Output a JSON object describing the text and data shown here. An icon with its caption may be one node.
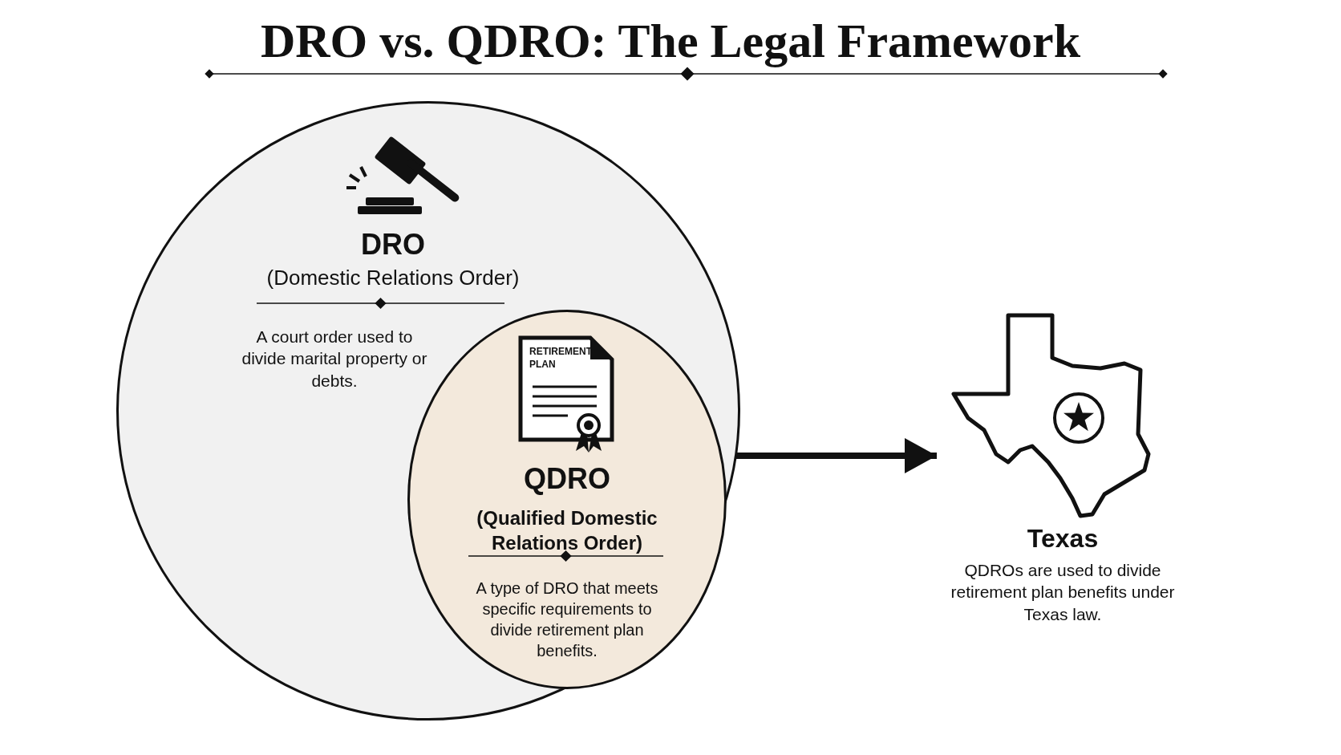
{
  "diagram": {
    "title": "DRO vs. QDRO: The Legal Framework",
    "nodes": [
      {
        "text": [
          "DRO",
          "(Domestic Relations Order)",
          "A court order used to divide marital property or debts."
        ]
      },
      {
        "text": [
          "QDRO",
          "(Qualified Domestic Relations Order)",
          "A type of DRO that meets specific requirements to divide retirement plan benefits."
        ],
        "in": 0
      },
      {
        "text": [
          "Texas",
          "QDROs are used to divide retirement plan benefits under Texas law."
        ]
      }
    ],
    "edges": [
      {
        "from": 1,
        "to": 2,
        "arrow": "to"
      }
    ],
    "labels": [
      "RETIREMENT PLAN"
    ]
  }
}
